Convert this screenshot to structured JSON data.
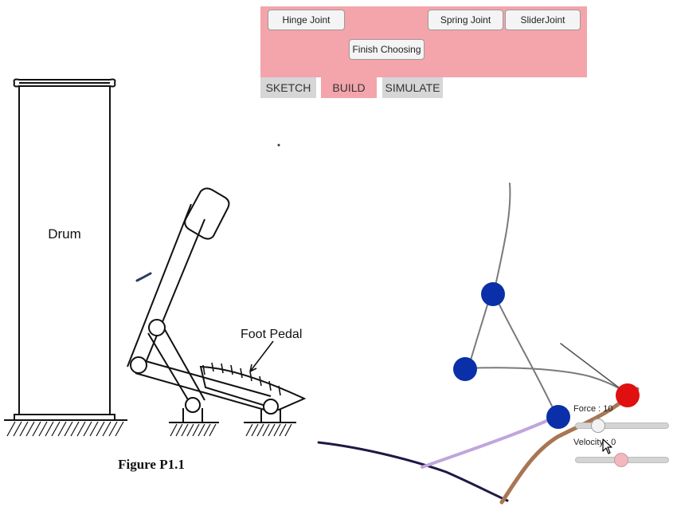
{
  "joint_panel": {
    "hinge_label": "Hinge Joint",
    "spring_label": "Spring Joint",
    "slider_label": "SliderJoint",
    "finish_label": "Finish Choosing"
  },
  "tabs": {
    "sketch": "SKETCH",
    "build": "BUILD",
    "simulate": "SIMULATE",
    "active": "BUILD"
  },
  "figure": {
    "drum_label": "Drum",
    "pedal_label": "Foot Pedal",
    "caption": "Figure P1.1"
  },
  "controls": {
    "force_label": "Force : 10",
    "force_value": 10,
    "force_fraction": 0.24,
    "velocity_label": "Velocity : 0",
    "velocity_value": 0,
    "velocity_fraction": 0.49
  },
  "colors": {
    "panel_pink": "#f4a4ab",
    "tab_gray": "#d6d6d6",
    "joint_blue": "#0a2fa8",
    "joint_red": "#e01010",
    "link_gray": "#7a7a7a",
    "stroke_brown": "#a87654",
    "stroke_lavender": "#c0a6dc",
    "stroke_navy": "#201844"
  },
  "icons": {
    "cursor": "mouse-pointer-icon"
  }
}
